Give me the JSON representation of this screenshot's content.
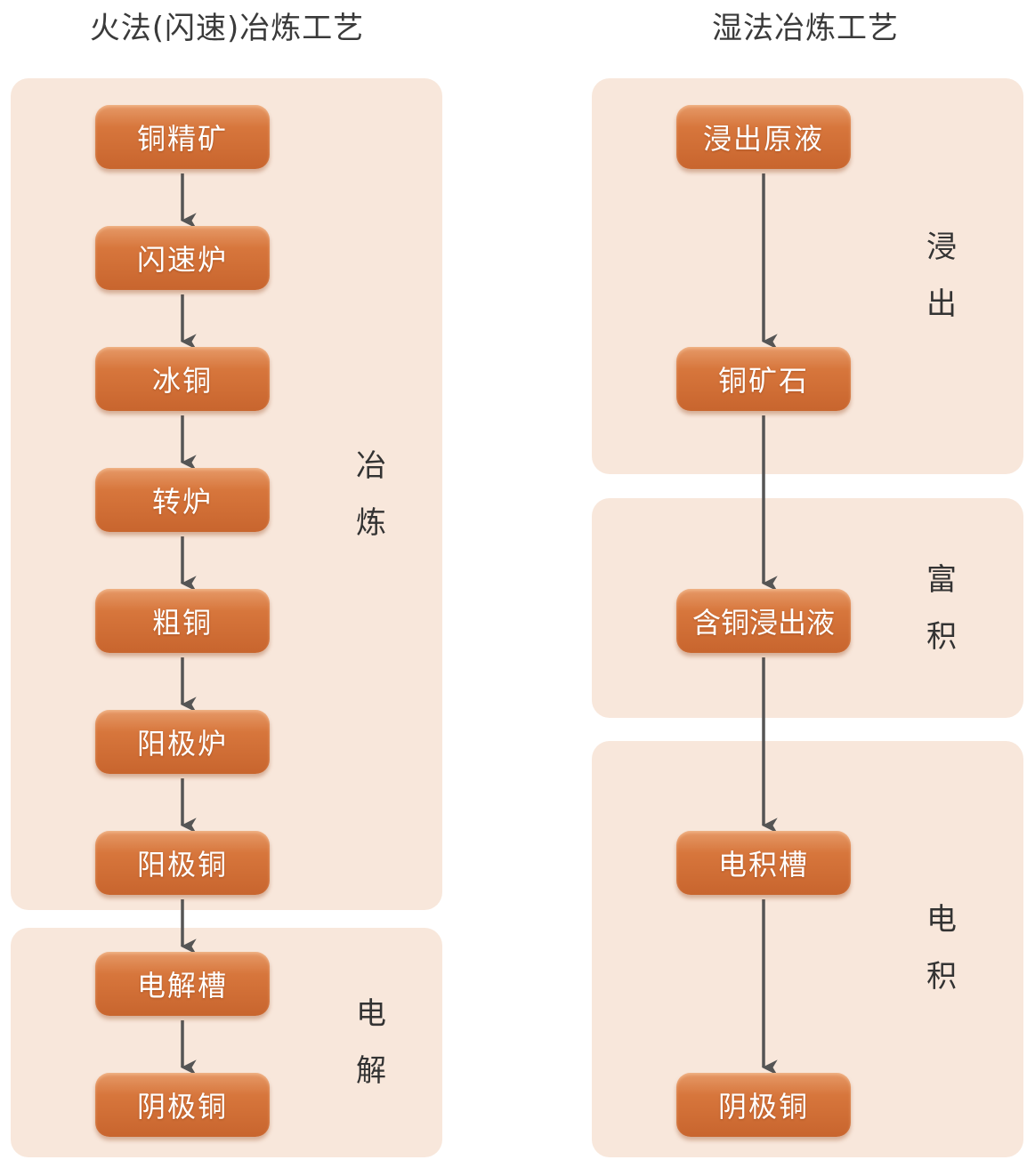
{
  "left": {
    "title": "火法(闪速)冶炼工艺",
    "stage_smelting": "冶炼",
    "stage_smelting_1": "冶",
    "stage_smelting_2": "炼",
    "stage_electrolysis_1": "电",
    "stage_electrolysis_2": "解",
    "nodes": [
      "铜精矿",
      "闪速炉",
      "冰铜",
      "转炉",
      "粗铜",
      "阳极炉",
      "阳极铜",
      "电解槽",
      "阴极铜"
    ]
  },
  "right": {
    "title": "湿法冶炼工艺",
    "stage_leach_1": "浸",
    "stage_leach_2": "出",
    "stage_enrich_1": "富",
    "stage_enrich_2": "积",
    "stage_electrowin_1": "电",
    "stage_electrowin_2": "积",
    "nodes": [
      "浸出原液",
      "铜矿石",
      "含铜浸出液",
      "电积槽",
      "阴极铜"
    ]
  },
  "colors": {
    "panel": "#f8e7db",
    "node": "#d7763c",
    "arrow": "#555555"
  }
}
